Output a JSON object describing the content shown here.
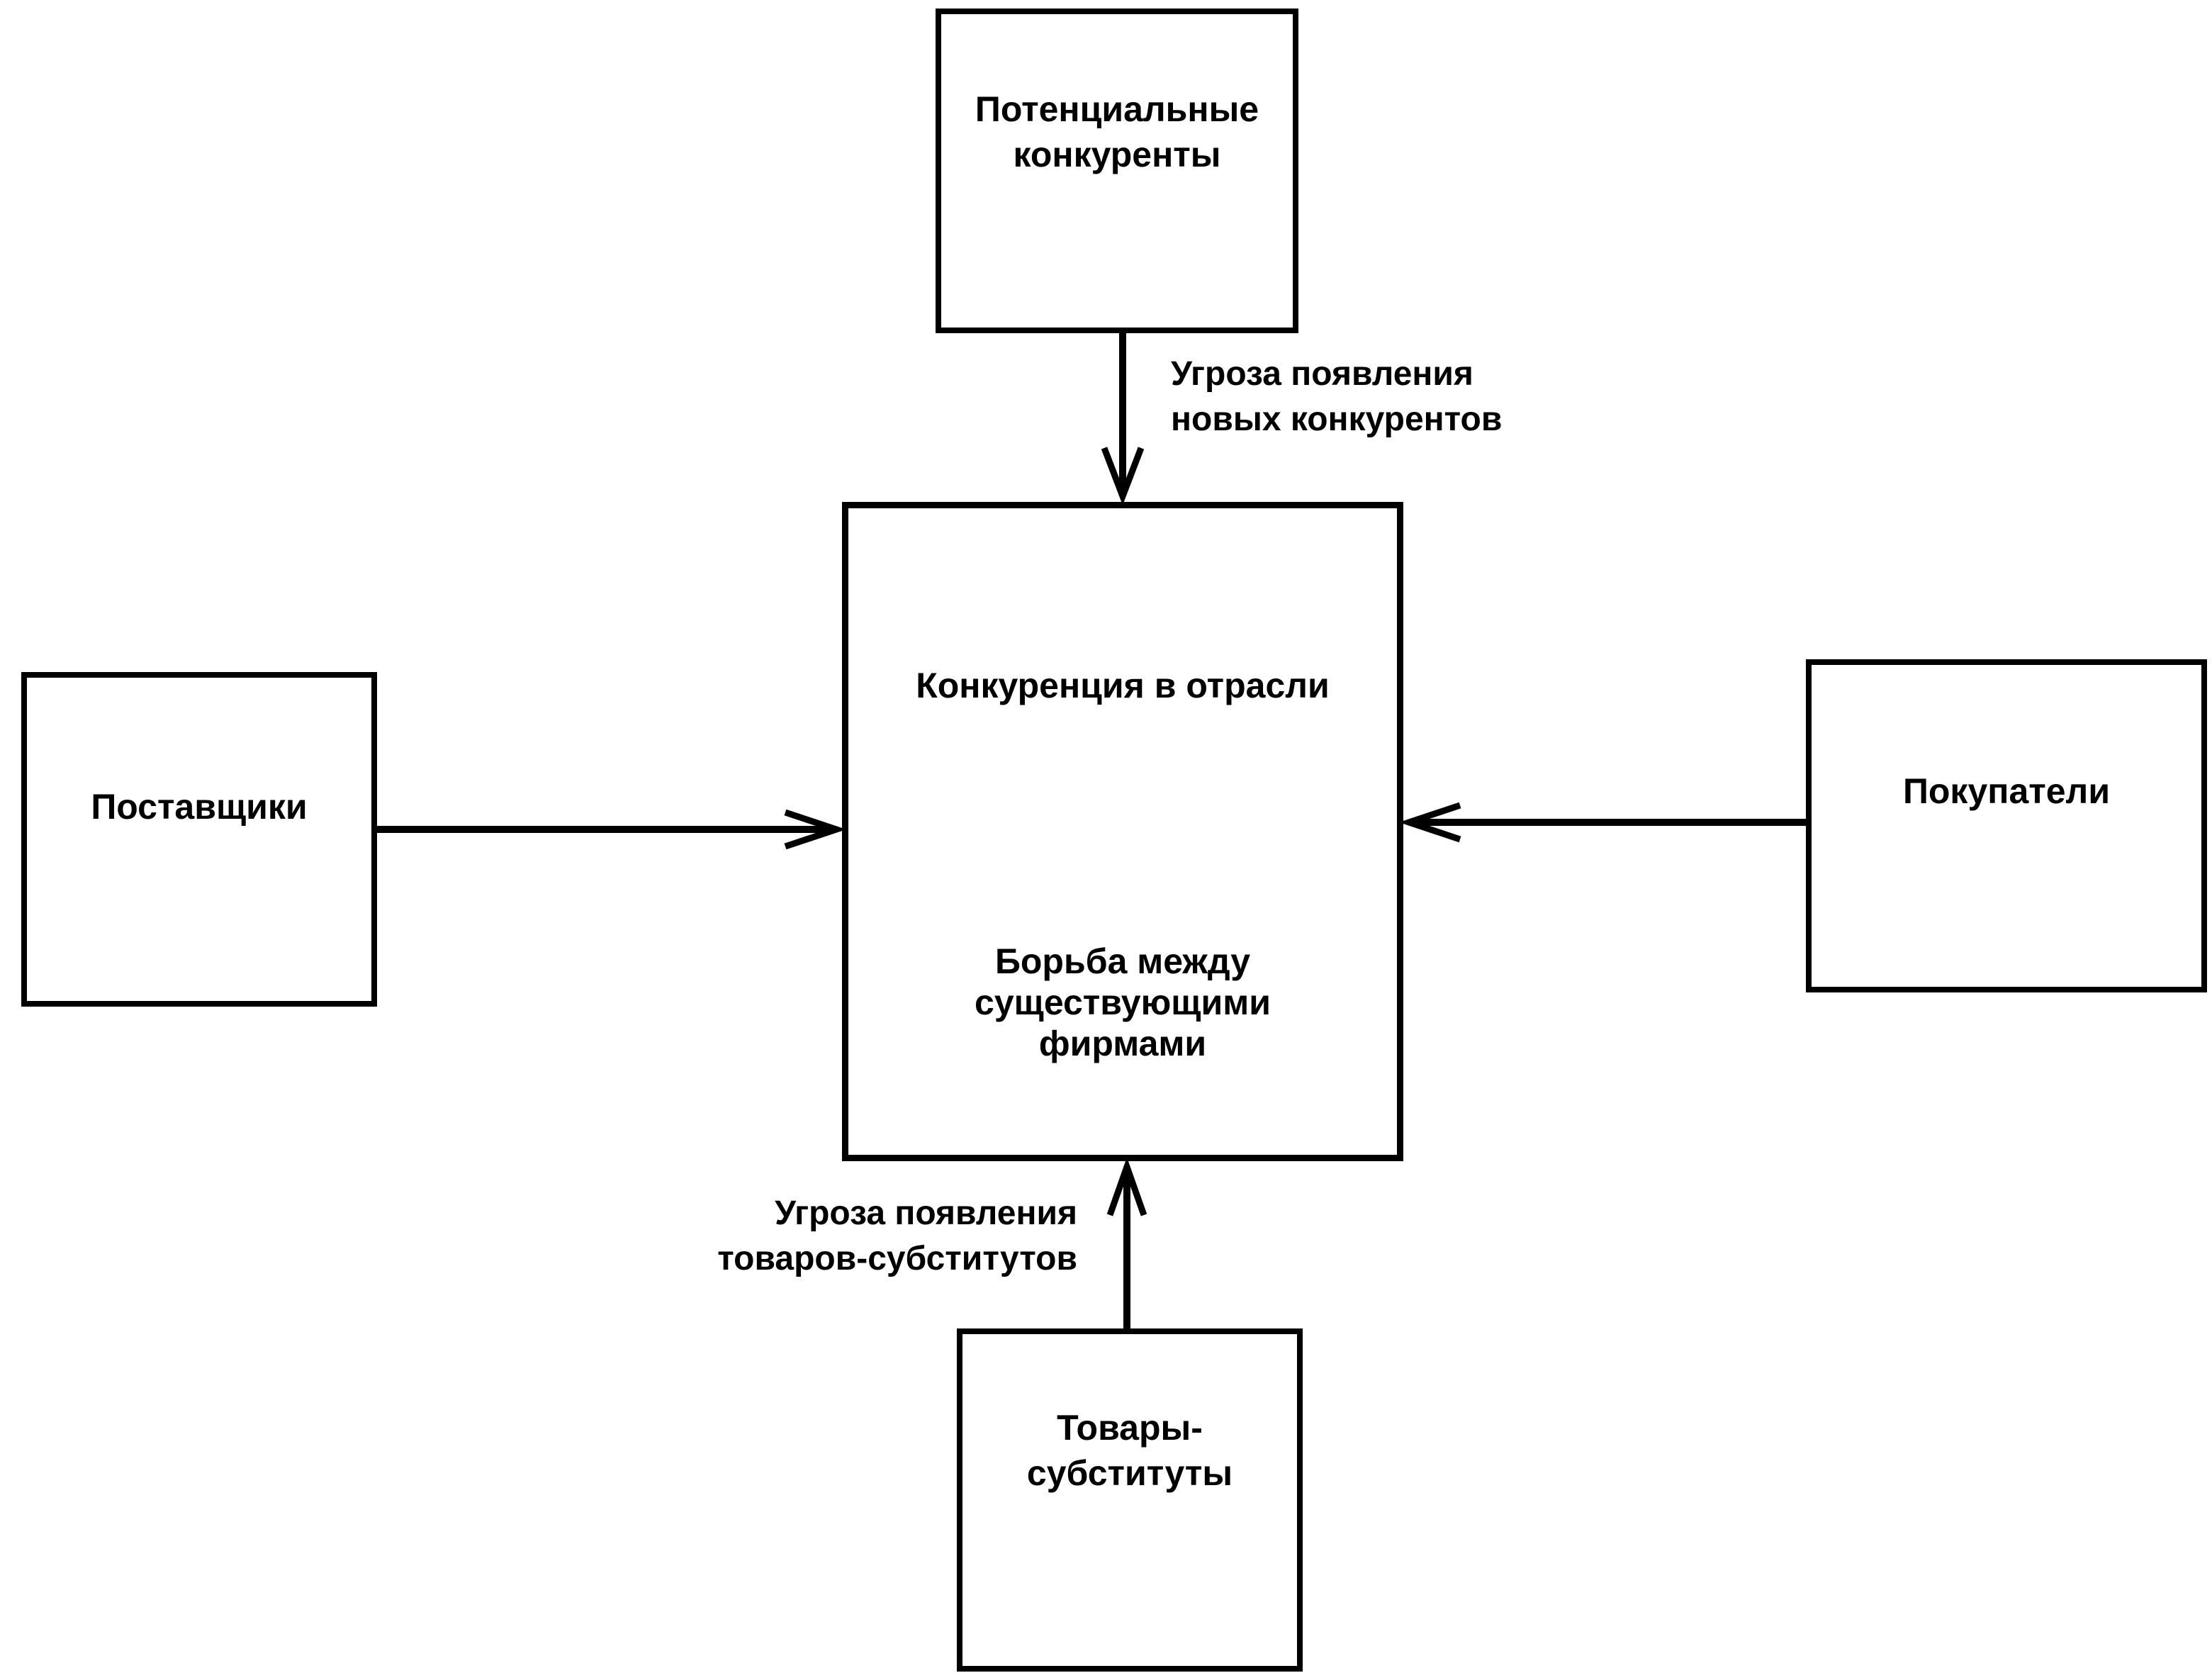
{
  "diagram": {
    "boxes": {
      "potential_competitors": "Потенциальные\nконкуренты",
      "suppliers": "Поставщики",
      "industry_title": "Конкуренция в отрасли",
      "industry_rivalry": "Борьба между\nсуществующими\nфирмами",
      "buyers": "Покупатели",
      "substitutes": "Товары-\nсубституты"
    },
    "edge_labels": {
      "threat_new_entrants": "Угроза появления\nновых конкурентов",
      "threat_substitutes": "Угроза появления\nтоваров-субститутов"
    }
  }
}
